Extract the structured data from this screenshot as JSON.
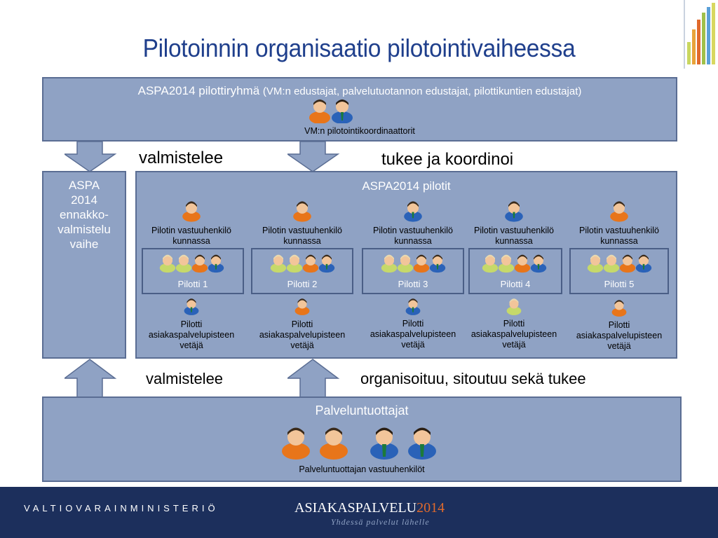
{
  "title": "Pilotoinnin organisaatio pilotointivaiheessa",
  "top_group": {
    "name": "ASPA2014 pilottiryhmä",
    "detail": "(VM:n edustajat, palvelutuotannon edustajat, pilottikuntien edustajat)",
    "coordinators": "VM:n pilotointikoordinaattorit"
  },
  "labels": {
    "prepares_top": "valmistelee",
    "supports": "tukee ja koordinoi",
    "prepares_bottom": "valmistelee",
    "organizes": "organisoituu, sitoutuu sekä tukee"
  },
  "left_phase": {
    "lines": [
      "ASPA",
      "2014",
      "ennakko-",
      "valmistelu",
      "vaihe"
    ]
  },
  "pilots_group": {
    "title": "ASPA2014 pilotit",
    "responsible_line1": "Pilotin vastuuhenkilö",
    "responsible_line2": "kunnassa",
    "leader_line1": "Pilotti",
    "leader_line2": "asiakaspalvelupisteen",
    "leader_line3": "vetäjä",
    "pilots": [
      {
        "name": "Pilotti 1"
      },
      {
        "name": "Pilotti 2"
      },
      {
        "name": "Pilotti 3"
      },
      {
        "name": "Pilotti 4"
      },
      {
        "name": "Pilotti 5"
      }
    ]
  },
  "providers": {
    "title": "Palveluntuottajat",
    "caption": "Palveluntuottajan vastuuhenkilöt"
  },
  "footer": {
    "ministry": "VALTIOVARAINMINISTERIÖ",
    "brand_a": "ASIAKASPALVELU",
    "brand_b": "2014",
    "slogan": "Yhdessä palvelut lähelle"
  },
  "colors": {
    "title": "#1f3f8c",
    "box_fill": "#8fa2c4",
    "box_border": "#5a6d93",
    "footer": "#1c2f5c",
    "person_orange": "#e8751a",
    "person_blue": "#2a62b8",
    "person_green": "#c6d96a"
  },
  "icons": [
    "person-orange-icon",
    "person-blue-icon",
    "person-green-icon",
    "bar-logo-icon",
    "down-arrow-icon",
    "up-arrow-icon"
  ]
}
